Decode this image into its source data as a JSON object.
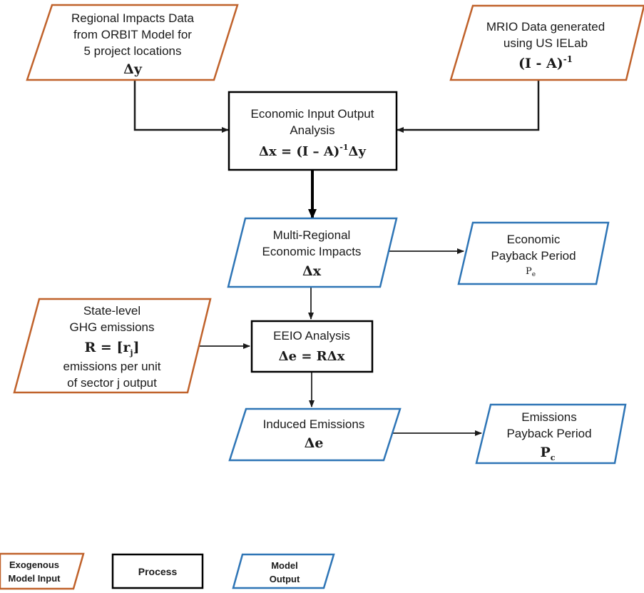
{
  "colors": {
    "exogenous_border": "#C0622B",
    "process_border": "#000000",
    "output_border": "#2E75B6",
    "arrow": "#1a1a1a",
    "background": "#ffffff"
  },
  "nodes": {
    "regional_impacts": {
      "lines": [
        "Regional Impacts Data",
        "from ORBIT Model for",
        "5 project locations"
      ],
      "formula": "Δy"
    },
    "mrio_data": {
      "lines": [
        "MRIO Data generated",
        "using US IELab"
      ],
      "formula_base": "(I - A)",
      "formula_sup": "-1"
    },
    "eio_analysis": {
      "lines": [
        "Economic Input Output",
        "Analysis"
      ],
      "formula_lhs": "Δx = (I – A)",
      "formula_sup": "-1",
      "formula_rhs": "Δy"
    },
    "multi_regional": {
      "lines": [
        "Multi-Regional",
        "Economic Impacts"
      ],
      "formula": "Δx"
    },
    "econ_payback": {
      "lines": [
        "Economic",
        "Payback Period"
      ],
      "symbol": "P",
      "symbol_sub": "e"
    },
    "state_ghg": {
      "lines": [
        "State-level",
        "GHG emissions"
      ],
      "formula_base": "R = [r",
      "formula_sub": "j",
      "formula_end": "]",
      "lines_after": [
        "emissions per unit",
        "of sector j output"
      ]
    },
    "eeio_analysis": {
      "lines": [
        "EEIO Analysis"
      ],
      "formula": "Δe = RΔx"
    },
    "induced_emissions": {
      "lines": [
        "Induced Emissions"
      ],
      "formula": "Δe"
    },
    "emissions_payback": {
      "lines": [
        "Emissions",
        "Payback Period"
      ],
      "symbol": "P",
      "symbol_sub": "c"
    }
  },
  "legend": {
    "exogenous": [
      "Exogenous",
      "Model Input"
    ],
    "process": [
      "Process"
    ],
    "output": [
      "Model",
      "Output"
    ]
  }
}
